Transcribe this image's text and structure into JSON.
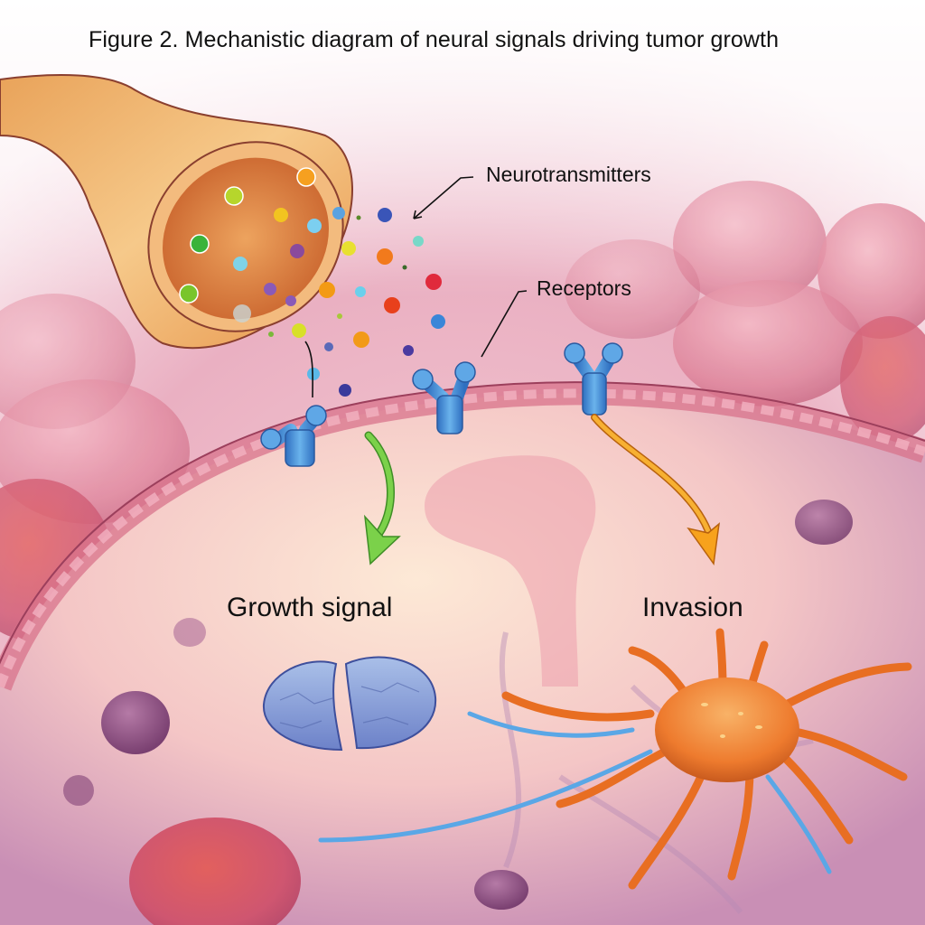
{
  "figure": {
    "title": "Figure 2. Mechanistic diagram of neural signals driving tumor growth"
  },
  "labels": {
    "neurotransmitters": "Neurotransmitters",
    "receptors": "Receptors",
    "growth_signal": "Growth signal",
    "invasion": "Invasion"
  },
  "elements": {
    "axon_terminal": "axon terminal releasing vesicles",
    "receptor_count": 3,
    "arrows": [
      {
        "name": "growth-arrow",
        "color": "#6cc63c",
        "target": "Growth signal"
      },
      {
        "name": "invasion-arrow",
        "color": "#f4a21c",
        "target": "Invasion"
      }
    ],
    "dividing_cell": "dividing blue cell",
    "invasive_cell": "orange spiky tumor cell with blue nerve fibers"
  },
  "colors": {
    "background_tissue": "#e7a3b6",
    "cell_interior": "#f9dcc6",
    "receptor_blue": "#4a90d9",
    "axon_orange": "#e8923f",
    "tumor_orange": "#f07a2a",
    "nerve_blue": "#5aa7e6",
    "label_text": "#111111"
  }
}
